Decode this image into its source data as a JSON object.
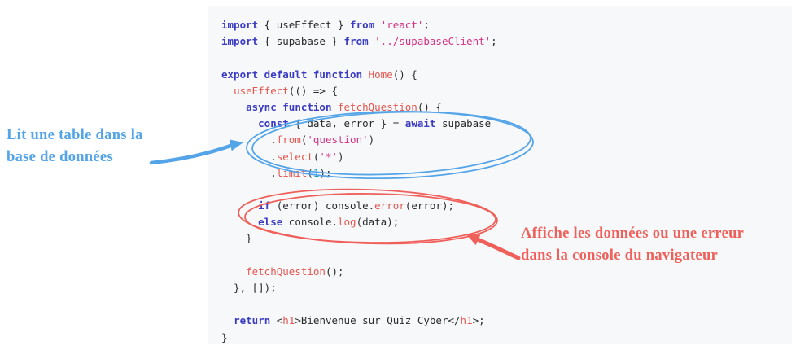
{
  "page": {
    "background": "#ffffff"
  },
  "code_block": {
    "background": "#f6f8fa",
    "token_colors": {
      "kw": "#3b3bc2",
      "fn": "#e5564e",
      "str": "#d63384",
      "num": "#17a2b0",
      "plain": "#2b2b2b"
    },
    "lines": [
      [
        {
          "t": "import",
          "c": "kw"
        },
        {
          "t": " { useEffect } ",
          "c": "plain"
        },
        {
          "t": "from",
          "c": "kw"
        },
        {
          "t": " ",
          "c": "plain"
        },
        {
          "t": "'react'",
          "c": "str"
        },
        {
          "t": ";",
          "c": "plain"
        }
      ],
      [
        {
          "t": "import",
          "c": "kw"
        },
        {
          "t": " { supabase } ",
          "c": "plain"
        },
        {
          "t": "from",
          "c": "kw"
        },
        {
          "t": " ",
          "c": "plain"
        },
        {
          "t": "'../supabaseClient'",
          "c": "str"
        },
        {
          "t": ";",
          "c": "plain"
        }
      ],
      [],
      [
        {
          "t": "export default function ",
          "c": "kw"
        },
        {
          "t": "Home",
          "c": "fn"
        },
        {
          "t": "() {",
          "c": "plain"
        }
      ],
      [
        {
          "t": "  ",
          "c": "plain"
        },
        {
          "t": "useEffect",
          "c": "fn"
        },
        {
          "t": "(() => {",
          "c": "plain"
        }
      ],
      [
        {
          "t": "    ",
          "c": "plain"
        },
        {
          "t": "async function ",
          "c": "kw"
        },
        {
          "t": "fetchQuestion",
          "c": "fn"
        },
        {
          "t": "() {",
          "c": "plain"
        }
      ],
      [
        {
          "t": "      ",
          "c": "plain"
        },
        {
          "t": "const",
          "c": "kw"
        },
        {
          "t": " { data, error } = ",
          "c": "plain"
        },
        {
          "t": "await",
          "c": "kw"
        },
        {
          "t": " supabase",
          "c": "plain"
        }
      ],
      [
        {
          "t": "        .",
          "c": "plain"
        },
        {
          "t": "from",
          "c": "fn"
        },
        {
          "t": "(",
          "c": "plain"
        },
        {
          "t": "'question'",
          "c": "str"
        },
        {
          "t": ")",
          "c": "plain"
        }
      ],
      [
        {
          "t": "        .",
          "c": "plain"
        },
        {
          "t": "select",
          "c": "fn"
        },
        {
          "t": "(",
          "c": "plain"
        },
        {
          "t": "'*'",
          "c": "str"
        },
        {
          "t": ")",
          "c": "plain"
        }
      ],
      [
        {
          "t": "        .",
          "c": "plain"
        },
        {
          "t": "limit",
          "c": "fn"
        },
        {
          "t": "(",
          "c": "plain"
        },
        {
          "t": "1",
          "c": "num"
        },
        {
          "t": ");",
          "c": "plain"
        }
      ],
      [],
      [
        {
          "t": "      ",
          "c": "plain"
        },
        {
          "t": "if",
          "c": "kw"
        },
        {
          "t": " (error) console.",
          "c": "plain"
        },
        {
          "t": "error",
          "c": "fn"
        },
        {
          "t": "(error);",
          "c": "plain"
        }
      ],
      [
        {
          "t": "      ",
          "c": "plain"
        },
        {
          "t": "else",
          "c": "kw"
        },
        {
          "t": " console.",
          "c": "plain"
        },
        {
          "t": "log",
          "c": "fn"
        },
        {
          "t": "(data);",
          "c": "plain"
        }
      ],
      [
        {
          "t": "    }",
          "c": "plain"
        }
      ],
      [],
      [
        {
          "t": "    ",
          "c": "plain"
        },
        {
          "t": "fetchQuestion",
          "c": "fn"
        },
        {
          "t": "();",
          "c": "plain"
        }
      ],
      [
        {
          "t": "  }, []);",
          "c": "plain"
        }
      ],
      [],
      [
        {
          "t": "  ",
          "c": "plain"
        },
        {
          "t": "return",
          "c": "kw"
        },
        {
          "t": " <",
          "c": "plain"
        },
        {
          "t": "h1",
          "c": "fn"
        },
        {
          "t": ">Bienvenue sur Quiz Cyber</",
          "c": "plain"
        },
        {
          "t": "h1",
          "c": "fn"
        },
        {
          "t": ">;",
          "c": "plain"
        }
      ],
      [
        {
          "t": "}",
          "c": "plain"
        }
      ]
    ]
  },
  "annotations": {
    "left": {
      "line1": "Lit une table dans la",
      "line2": "base de données",
      "color": "#54a4e8"
    },
    "right": {
      "line1": "Affiche les données ou une erreur",
      "line2": "dans la console du navigateur",
      "color": "#f0605a"
    }
  }
}
